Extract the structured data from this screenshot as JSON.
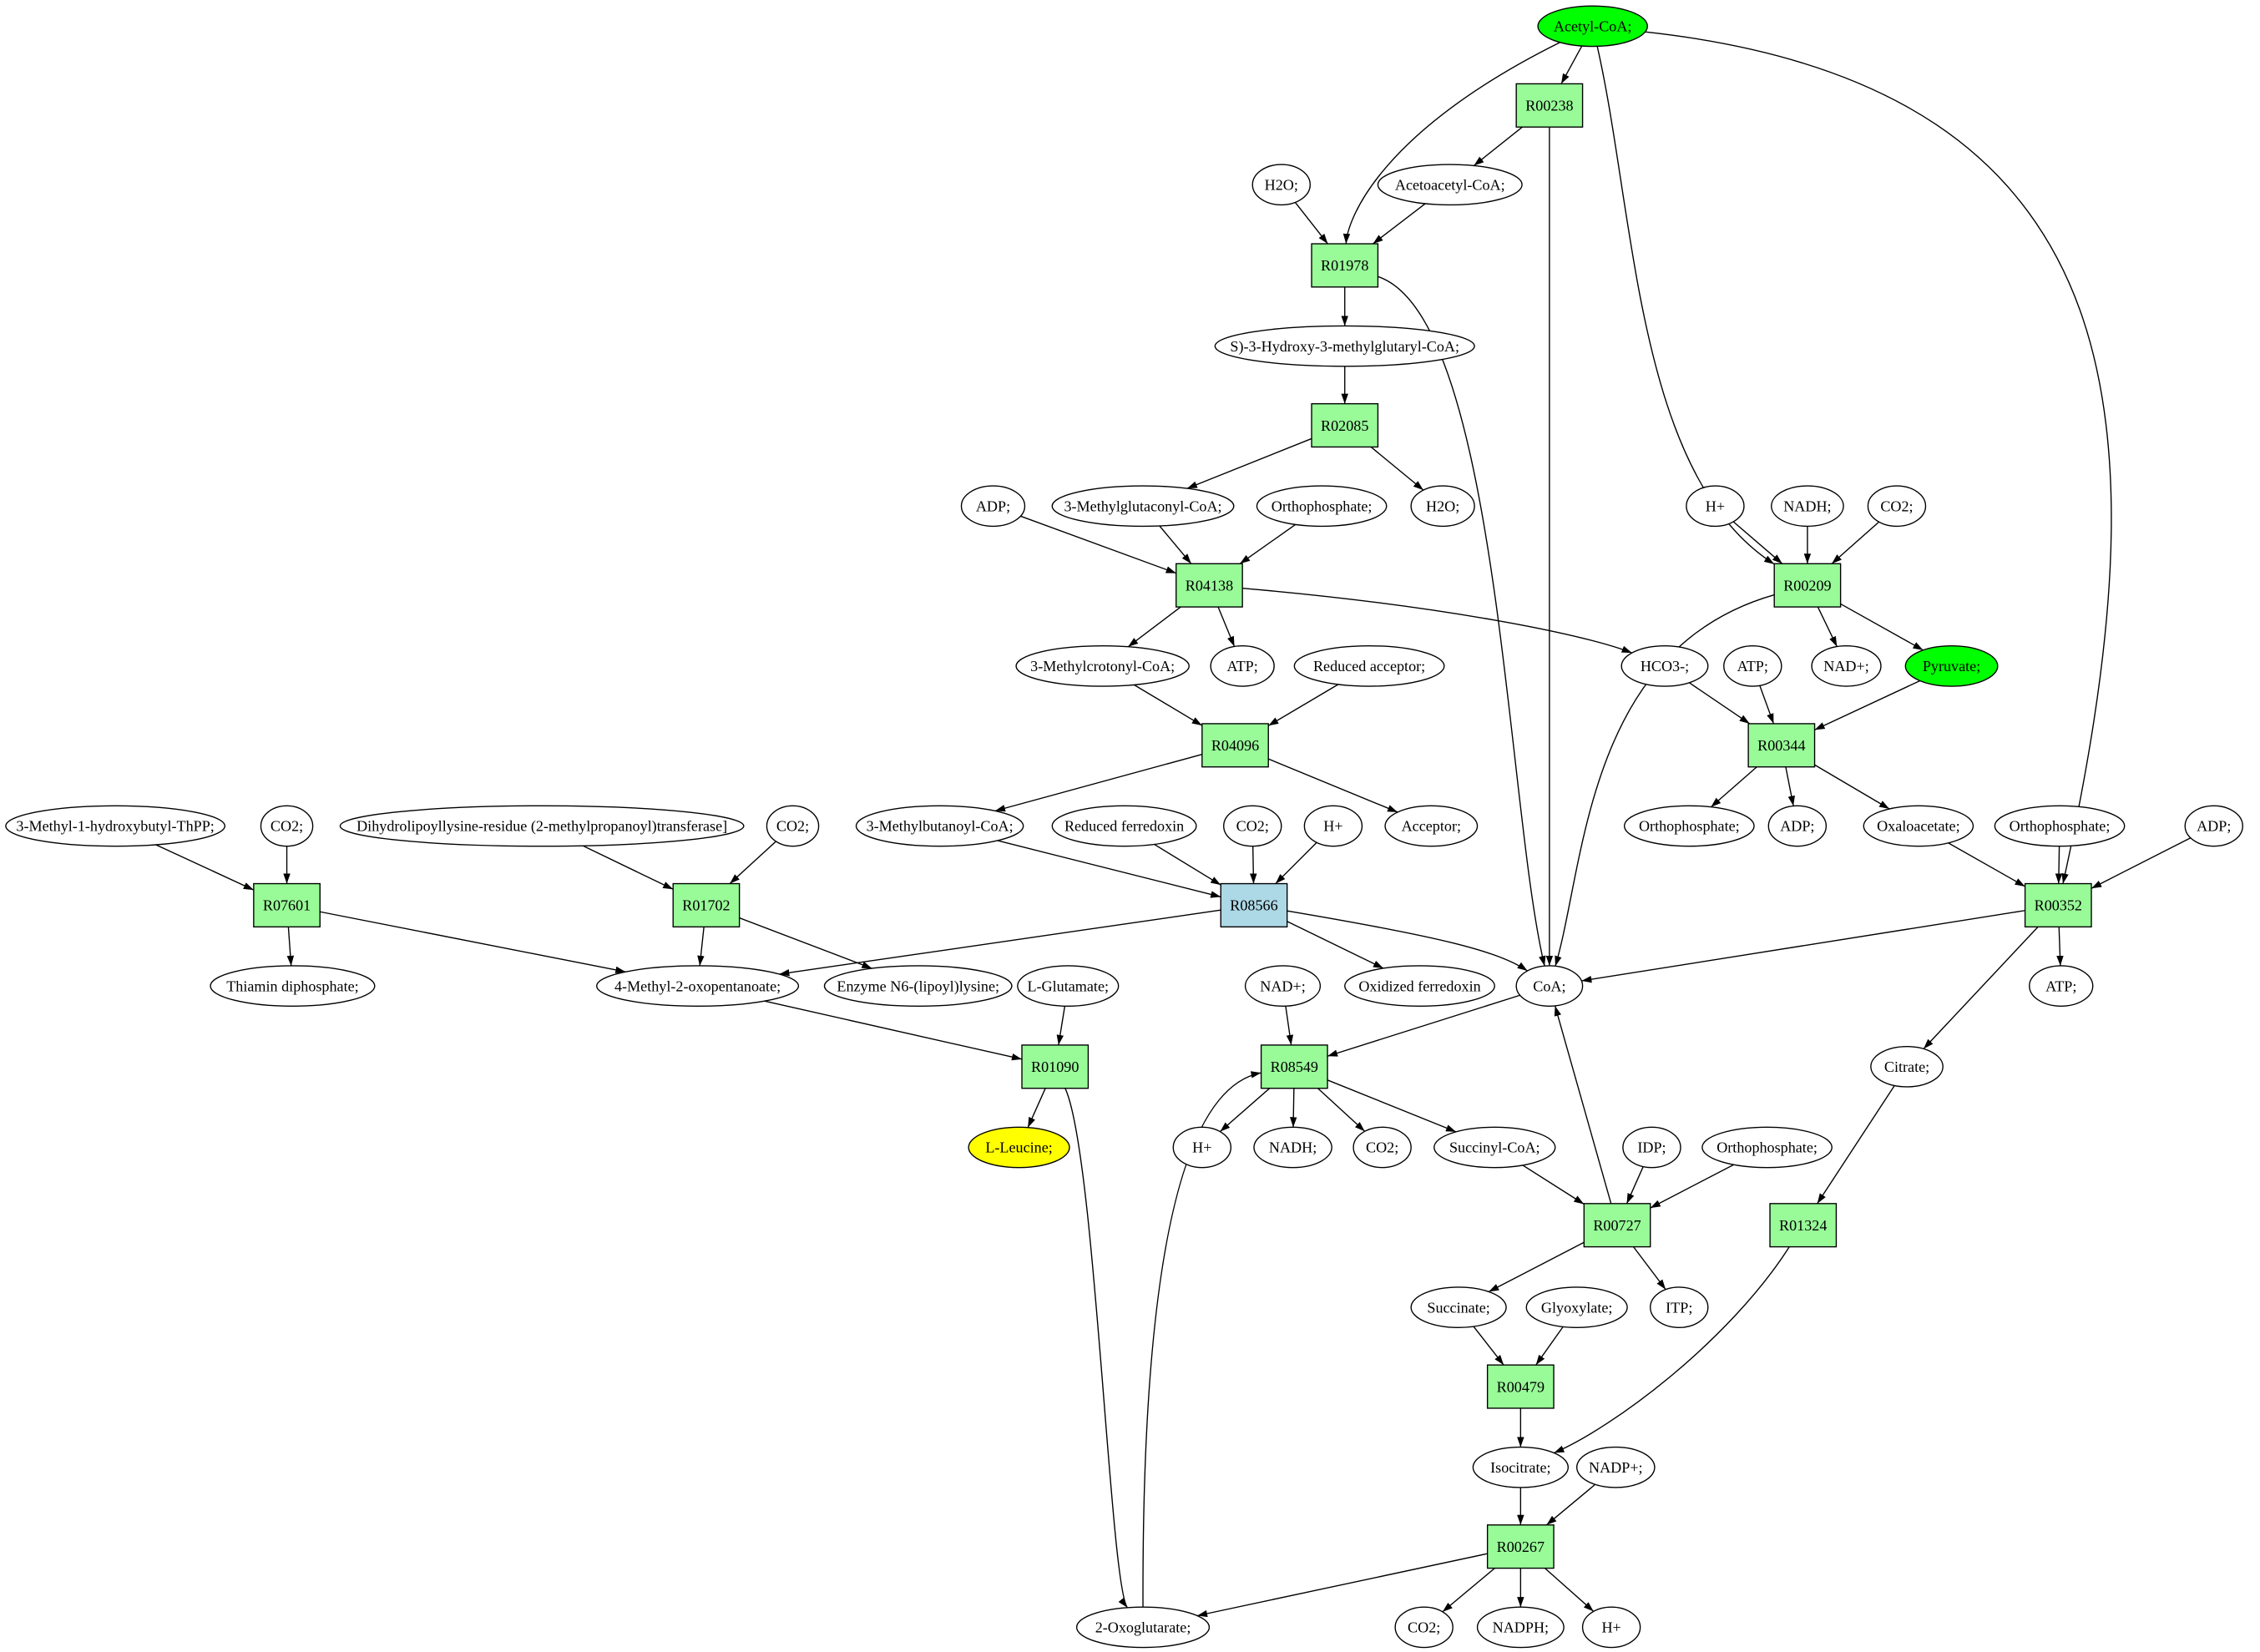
{
  "colors": {
    "reaction": "#98fb98",
    "highlight_reaction": "#add8e6",
    "source_compound": "#00ff00",
    "target_compound": "#ffff00",
    "compound": "#ffffff"
  },
  "nodes": {
    "acetylcoa": {
      "label": "Acetyl-CoA;",
      "kind": "source_compound"
    },
    "R00238": {
      "label": "R00238",
      "kind": "reaction"
    },
    "h2o_1": {
      "label": "H2O;",
      "kind": "compound"
    },
    "acetoacetylcoa": {
      "label": "Acetoacetyl-CoA;",
      "kind": "compound"
    },
    "R01978": {
      "label": "R01978",
      "kind": "reaction"
    },
    "hmg": {
      "label": "S)-3-Hydroxy-3-methylglutaryl-CoA;",
      "kind": "compound"
    },
    "R02085": {
      "label": "R02085",
      "kind": "reaction"
    },
    "adp_1": {
      "label": "ADP;",
      "kind": "compound"
    },
    "mgc": {
      "label": "3-Methylglutaconyl-CoA;",
      "kind": "compound"
    },
    "ortho_1": {
      "label": "Orthophosphate;",
      "kind": "compound"
    },
    "h2o_2": {
      "label": "H2O;",
      "kind": "compound"
    },
    "R04138": {
      "label": "R04138",
      "kind": "reaction"
    },
    "mcc": {
      "label": "3-Methylcrotonyl-CoA;",
      "kind": "compound"
    },
    "atp_1": {
      "label": "ATP;",
      "kind": "compound"
    },
    "redacc": {
      "label": "Reduced acceptor;",
      "kind": "compound"
    },
    "R04096": {
      "label": "R04096",
      "kind": "reaction"
    },
    "mbc": {
      "label": "3-Methylbutanoyl-CoA;",
      "kind": "compound"
    },
    "redfer": {
      "label": "Reduced ferredoxin",
      "kind": "compound"
    },
    "co2_3": {
      "label": "CO2;",
      "kind": "compound"
    },
    "hp_3": {
      "label": "H+",
      "kind": "compound"
    },
    "acceptor": {
      "label": "Acceptor;",
      "kind": "compound"
    },
    "R08566": {
      "label": "R08566",
      "kind": "highlight_reaction"
    },
    "oxfer": {
      "label": "Oxidized ferredoxin",
      "kind": "compound"
    },
    "coa": {
      "label": "CoA;",
      "kind": "compound"
    },
    "mht": {
      "label": "3-Methyl-1-hydroxybutyl-ThPP;",
      "kind": "compound"
    },
    "co2_1": {
      "label": "CO2;",
      "kind": "compound"
    },
    "R07601": {
      "label": "R07601",
      "kind": "reaction"
    },
    "thdp": {
      "label": "Thiamin diphosphate;",
      "kind": "compound"
    },
    "dihydro": {
      "label": "Dihydrolipoyllysine-residue (2-methylpropanoyl)transferase]",
      "kind": "compound"
    },
    "co2_2": {
      "label": "CO2;",
      "kind": "compound"
    },
    "R01702": {
      "label": "R01702",
      "kind": "reaction"
    },
    "mop": {
      "label": "4-Methyl-2-oxopentanoate;",
      "kind": "compound"
    },
    "enzn6": {
      "label": "Enzyme N6-(lipoyl)lysine;",
      "kind": "compound"
    },
    "lglu": {
      "label": "L-Glutamate;",
      "kind": "compound"
    },
    "R01090": {
      "label": "R01090",
      "kind": "reaction"
    },
    "leu": {
      "label": "L-Leucine;",
      "kind": "target_compound"
    },
    "nadp_1": {
      "label": "NAD+;",
      "kind": "compound"
    },
    "R08549": {
      "label": "R08549",
      "kind": "reaction"
    },
    "hp_4": {
      "label": "H+",
      "kind": "compound"
    },
    "nadh_2": {
      "label": "NADH;",
      "kind": "compound"
    },
    "co2_4": {
      "label": "CO2;",
      "kind": "compound"
    },
    "succoa": {
      "label": "Succinyl-CoA;",
      "kind": "compound"
    },
    "idp": {
      "label": "IDP;",
      "kind": "compound"
    },
    "ortho_4": {
      "label": "Orthophosphate;",
      "kind": "compound"
    },
    "R00727": {
      "label": "R00727",
      "kind": "reaction"
    },
    "succinate": {
      "label": "Succinate;",
      "kind": "compound"
    },
    "glyoxylate": {
      "label": "Glyoxylate;",
      "kind": "compound"
    },
    "itp": {
      "label": "ITP;",
      "kind": "compound"
    },
    "R00479": {
      "label": "R00479",
      "kind": "reaction"
    },
    "isocitrate": {
      "label": "Isocitrate;",
      "kind": "compound"
    },
    "nadpp": {
      "label": "NADP+;",
      "kind": "compound"
    },
    "R00267": {
      "label": "R00267",
      "kind": "reaction"
    },
    "oxo": {
      "label": "2-Oxoglutarate;",
      "kind": "compound"
    },
    "co2_5": {
      "label": "CO2;",
      "kind": "compound"
    },
    "nadph": {
      "label": "NADPH;",
      "kind": "compound"
    },
    "hp_5": {
      "label": "H+",
      "kind": "compound"
    },
    "hp_2": {
      "label": "H+",
      "kind": "compound"
    },
    "nadh_1": {
      "label": "NADH;",
      "kind": "compound"
    },
    "co2_6": {
      "label": "CO2;",
      "kind": "compound"
    },
    "R00209": {
      "label": "R00209",
      "kind": "reaction"
    },
    "nadp_2": {
      "label": "NAD+;",
      "kind": "compound"
    },
    "pyruvate": {
      "label": "Pyruvate;",
      "kind": "source_compound"
    },
    "hco3": {
      "label": "HCO3-;",
      "kind": "compound"
    },
    "atp_2": {
      "label": "ATP;",
      "kind": "compound"
    },
    "R00344": {
      "label": "R00344",
      "kind": "reaction"
    },
    "ortho_2": {
      "label": "Orthophosphate;",
      "kind": "compound"
    },
    "adp_2": {
      "label": "ADP;",
      "kind": "compound"
    },
    "oxaloacetate": {
      "label": "Oxaloacetate;",
      "kind": "compound"
    },
    "ortho_3": {
      "label": "Orthophosphate;",
      "kind": "compound"
    },
    "adp_3": {
      "label": "ADP;",
      "kind": "compound"
    },
    "R00352": {
      "label": "R00352",
      "kind": "reaction"
    },
    "atp_3": {
      "label": "ATP;",
      "kind": "compound"
    },
    "citrate": {
      "label": "Citrate;",
      "kind": "compound"
    },
    "R01324": {
      "label": "R01324",
      "kind": "reaction"
    }
  },
  "edges": [
    [
      "acetylcoa",
      "R00238"
    ],
    [
      "acetylcoa",
      "R01978"
    ],
    [
      "acetylcoa",
      "R00209"
    ],
    [
      "acetylcoa",
      "R00352"
    ],
    [
      "R00238",
      "acetoacetylcoa"
    ],
    [
      "R00238",
      "coa"
    ],
    [
      "h2o_1",
      "R01978"
    ],
    [
      "acetoacetylcoa",
      "R01978"
    ],
    [
      "R01978",
      "hmg"
    ],
    [
      "R01978",
      "coa"
    ],
    [
      "hmg",
      "R02085"
    ],
    [
      "R02085",
      "mgc"
    ],
    [
      "R02085",
      "h2o_2"
    ],
    [
      "adp_1",
      "R04138"
    ],
    [
      "mgc",
      "R04138"
    ],
    [
      "ortho_1",
      "R04138"
    ],
    [
      "R04138",
      "mcc"
    ],
    [
      "R04138",
      "atp_1"
    ],
    [
      "R04138",
      "hco3"
    ],
    [
      "mcc",
      "R04096"
    ],
    [
      "redacc",
      "R04096"
    ],
    [
      "R04096",
      "mbc"
    ],
    [
      "R04096",
      "acceptor"
    ],
    [
      "mbc",
      "R08566"
    ],
    [
      "redfer",
      "R08566"
    ],
    [
      "co2_3",
      "R08566"
    ],
    [
      "hp_3",
      "R08566"
    ],
    [
      "R08566",
      "mop"
    ],
    [
      "R08566",
      "oxfer"
    ],
    [
      "R08566",
      "coa"
    ],
    [
      "mht",
      "R07601"
    ],
    [
      "co2_1",
      "R07601"
    ],
    [
      "R07601",
      "thdp"
    ],
    [
      "R07601",
      "mop"
    ],
    [
      "dihydro",
      "R01702"
    ],
    [
      "co2_2",
      "R01702"
    ],
    [
      "R01702",
      "mop"
    ],
    [
      "R01702",
      "enzn6"
    ],
    [
      "mop",
      "R01090"
    ],
    [
      "lglu",
      "R01090"
    ],
    [
      "R01090",
      "leu"
    ],
    [
      "R01090",
      "oxo"
    ],
    [
      "nadp_1",
      "R08549"
    ],
    [
      "coa",
      "R08549"
    ],
    [
      "oxo",
      "R08549"
    ],
    [
      "R08549",
      "hp_4"
    ],
    [
      "R08549",
      "nadh_2"
    ],
    [
      "R08549",
      "co2_4"
    ],
    [
      "R08549",
      "succoa"
    ],
    [
      "succoa",
      "R00727"
    ],
    [
      "idp",
      "R00727"
    ],
    [
      "ortho_4",
      "R00727"
    ],
    [
      "R00727",
      "coa"
    ],
    [
      "R00727",
      "succinate"
    ],
    [
      "R00727",
      "itp"
    ],
    [
      "succinate",
      "R00479"
    ],
    [
      "glyoxylate",
      "R00479"
    ],
    [
      "R00479",
      "isocitrate"
    ],
    [
      "R01324",
      "isocitrate"
    ],
    [
      "isocitrate",
      "R00267"
    ],
    [
      "nadpp",
      "R00267"
    ],
    [
      "R00267",
      "oxo"
    ],
    [
      "R00267",
      "co2_5"
    ],
    [
      "R00267",
      "nadph"
    ],
    [
      "R00267",
      "hp_5"
    ],
    [
      "hp_2",
      "R00209"
    ],
    [
      "nadh_1",
      "R00209"
    ],
    [
      "co2_6",
      "R00209"
    ],
    [
      "R00209",
      "nadp_2"
    ],
    [
      "R00209",
      "pyruvate"
    ],
    [
      "R00209",
      "coa"
    ],
    [
      "hco3",
      "R00344"
    ],
    [
      "atp_2",
      "R00344"
    ],
    [
      "pyruvate",
      "R00344"
    ],
    [
      "R00344",
      "ortho_2"
    ],
    [
      "R00344",
      "adp_2"
    ],
    [
      "R00344",
      "oxaloacetate"
    ],
    [
      "oxaloacetate",
      "R00352"
    ],
    [
      "ortho_3",
      "R00352"
    ],
    [
      "adp_3",
      "R00352"
    ],
    [
      "R00352",
      "coa"
    ],
    [
      "R00352",
      "atp_3"
    ],
    [
      "R00352",
      "citrate"
    ],
    [
      "citrate",
      "R01324"
    ]
  ]
}
